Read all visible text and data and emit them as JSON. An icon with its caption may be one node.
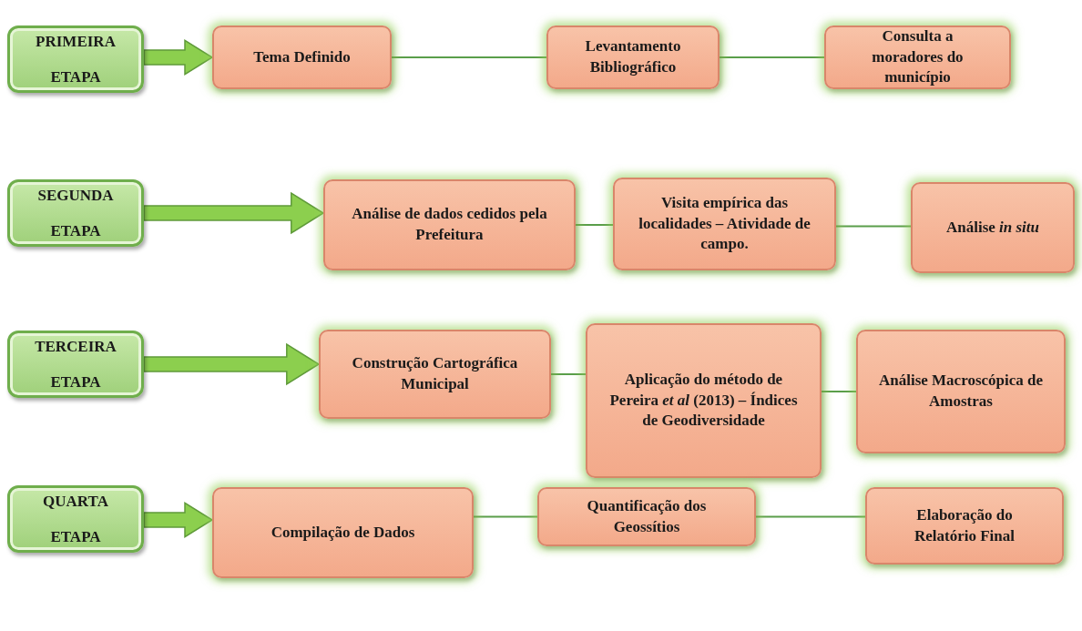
{
  "diagram": {
    "nodes": [
      {
        "text": [
          "PRIMEIRA ETAPA"
        ]
      },
      {
        "text": [
          "Tema Definido"
        ]
      },
      {
        "text": [
          "Levantamento Bibliográfico"
        ]
      },
      {
        "text": [
          "Consulta a moradores do município"
        ]
      },
      {
        "text": [
          "SEGUNDA ETAPA"
        ]
      },
      {
        "text": [
          "Análise de dados cedidos pela Prefeitura"
        ]
      },
      {
        "text": [
          "Visita empírica das localidades – Atividade de campo."
        ]
      },
      {
        "text": [
          "Análise *in situ*"
        ]
      },
      {
        "text": [
          "TERCEIRA ETAPA"
        ]
      },
      {
        "text": [
          "Construção Cartográfica Municipal"
        ]
      },
      {
        "text": [
          "Aplicação do método de Pereira *et al* (2013) – Índices de Geodiversidade"
        ]
      },
      {
        "text": [
          "Análise Macroscópica de Amostras"
        ]
      },
      {
        "text": [
          "QUARTA ETAPA"
        ]
      },
      {
        "text": [
          "Compilação de Dados"
        ]
      },
      {
        "text": [
          "Quantificação dos Geossítios"
        ]
      },
      {
        "text": [
          "Elaboração do Relatório Final"
        ]
      }
    ],
    "edges": [
      {
        "from": 0,
        "to": 1,
        "arrow": "to",
        "style": "thick"
      },
      {
        "from": 1,
        "to": 2,
        "arrow": "none"
      },
      {
        "from": 2,
        "to": 3,
        "arrow": "none"
      },
      {
        "from": 4,
        "to": 5,
        "arrow": "to",
        "style": "thick"
      },
      {
        "from": 5,
        "to": 6,
        "arrow": "none"
      },
      {
        "from": 6,
        "to": 7,
        "arrow": "none"
      },
      {
        "from": 8,
        "to": 9,
        "arrow": "to",
        "style": "thick"
      },
      {
        "from": 9,
        "to": 10,
        "arrow": "none"
      },
      {
        "from": 10,
        "to": 11,
        "arrow": "none"
      },
      {
        "from": 12,
        "to": 13,
        "arrow": "to",
        "style": "thick"
      },
      {
        "from": 13,
        "to": 14,
        "arrow": "none"
      },
      {
        "from": 14,
        "to": 15,
        "arrow": "none"
      }
    ]
  }
}
